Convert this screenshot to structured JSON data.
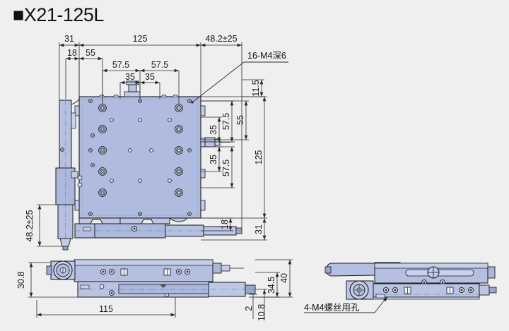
{
  "header": {
    "bullet": "■",
    "model": "X21-125L",
    "title_full": "■X21-125L"
  },
  "colors": {
    "background": "#efefef",
    "body_fill": "#b0bcdf",
    "body_fill_light": "#c3cde8",
    "body_fill_dark": "#9aa8d0",
    "line": "#1a1a1a",
    "dim_line": "#3a3a3a",
    "centerline": "#5f6fa0"
  },
  "views": {
    "top": {
      "name": "top-view"
    },
    "front": {
      "name": "front-view"
    },
    "side": {
      "name": "side-view"
    }
  },
  "annotations": [
    {
      "id": "tapped-holes",
      "text": "16-M4深6"
    },
    {
      "id": "screw-holes",
      "text": "4-M4螺丝用孔"
    }
  ],
  "dimensions": {
    "top_view_horizontal": [
      {
        "id": "h-31",
        "value": "31"
      },
      {
        "id": "h-125",
        "value": "125"
      },
      {
        "id": "h-48",
        "value": "48.2±25"
      },
      {
        "id": "h-18",
        "value": "18"
      },
      {
        "id": "h-55",
        "value": "55"
      },
      {
        "id": "h-57.5-left",
        "value": "57.5"
      },
      {
        "id": "h-57.5-right",
        "value": "57.5"
      },
      {
        "id": "h-35-left",
        "value": "35"
      },
      {
        "id": "h-35-right",
        "value": "35"
      }
    ],
    "top_view_vertical": [
      {
        "id": "v-11.5",
        "value": "11.5"
      },
      {
        "id": "v-55",
        "value": "55"
      },
      {
        "id": "v-125",
        "value": "125"
      },
      {
        "id": "v-57.5-upper",
        "value": "57.5"
      },
      {
        "id": "v-35-upper",
        "value": "35"
      },
      {
        "id": "v-35-lower",
        "value": "35"
      },
      {
        "id": "v-57.5-lower",
        "value": "57.5"
      },
      {
        "id": "v-18",
        "value": "18"
      },
      {
        "id": "v-31",
        "value": "31"
      }
    ],
    "left_vertical": [
      {
        "id": "v-48.2",
        "value": "48.2±25"
      }
    ],
    "front_view": [
      {
        "id": "f-30.8",
        "value": "30.8"
      },
      {
        "id": "f-115",
        "value": "115"
      },
      {
        "id": "f-34.5",
        "value": "34.5"
      },
      {
        "id": "f-40",
        "value": "40"
      },
      {
        "id": "f-2",
        "value": "2"
      },
      {
        "id": "f-10.8",
        "value": "10.8"
      }
    ]
  }
}
